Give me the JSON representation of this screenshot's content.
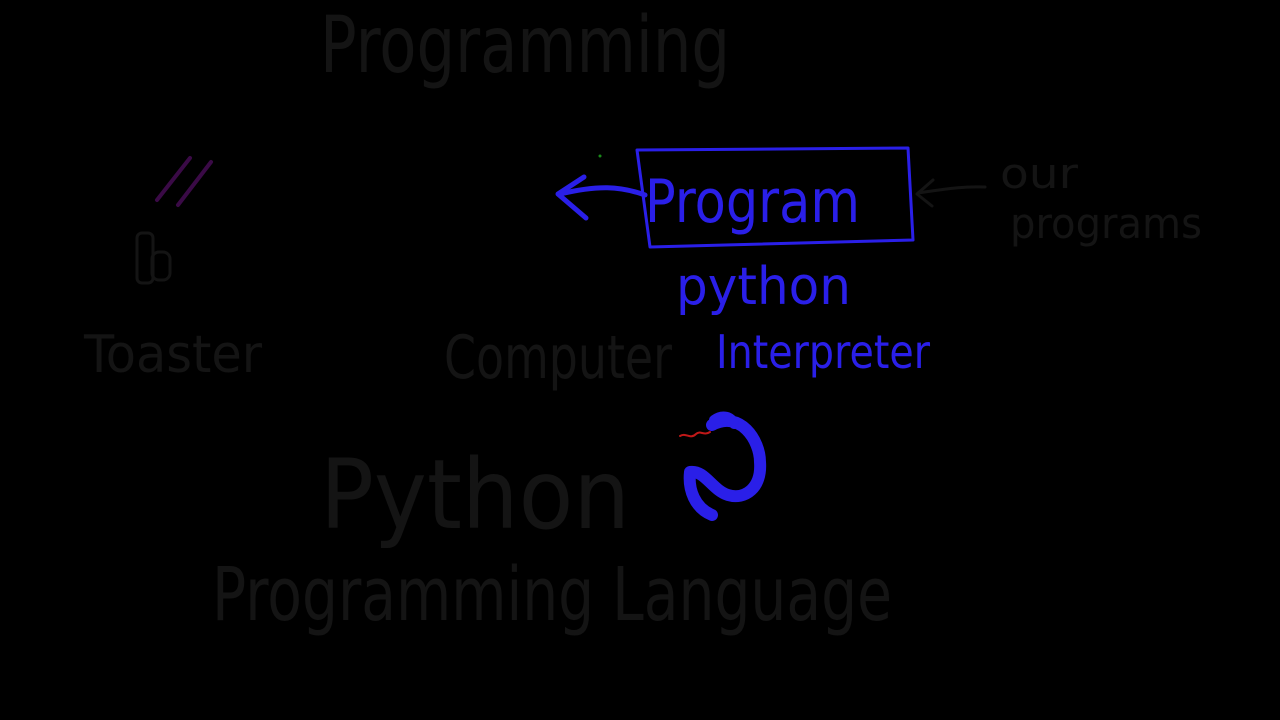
{
  "board": {
    "title": "Programming",
    "toaster_label": "Toaster",
    "computer_label": "Computer",
    "program_label": "Program",
    "our_programs_line1": "our",
    "our_programs_line2": "programs",
    "interpreter_line1": "python",
    "interpreter_line2": "Interpreter",
    "python_label": "Python",
    "language_label": "Programming Language"
  },
  "colors": {
    "background": "#000000",
    "ink_dark": "#141414",
    "ink_blue": "#2a1fe8",
    "ink_purple": "#3a0a46",
    "ink_red": "#c01818"
  }
}
